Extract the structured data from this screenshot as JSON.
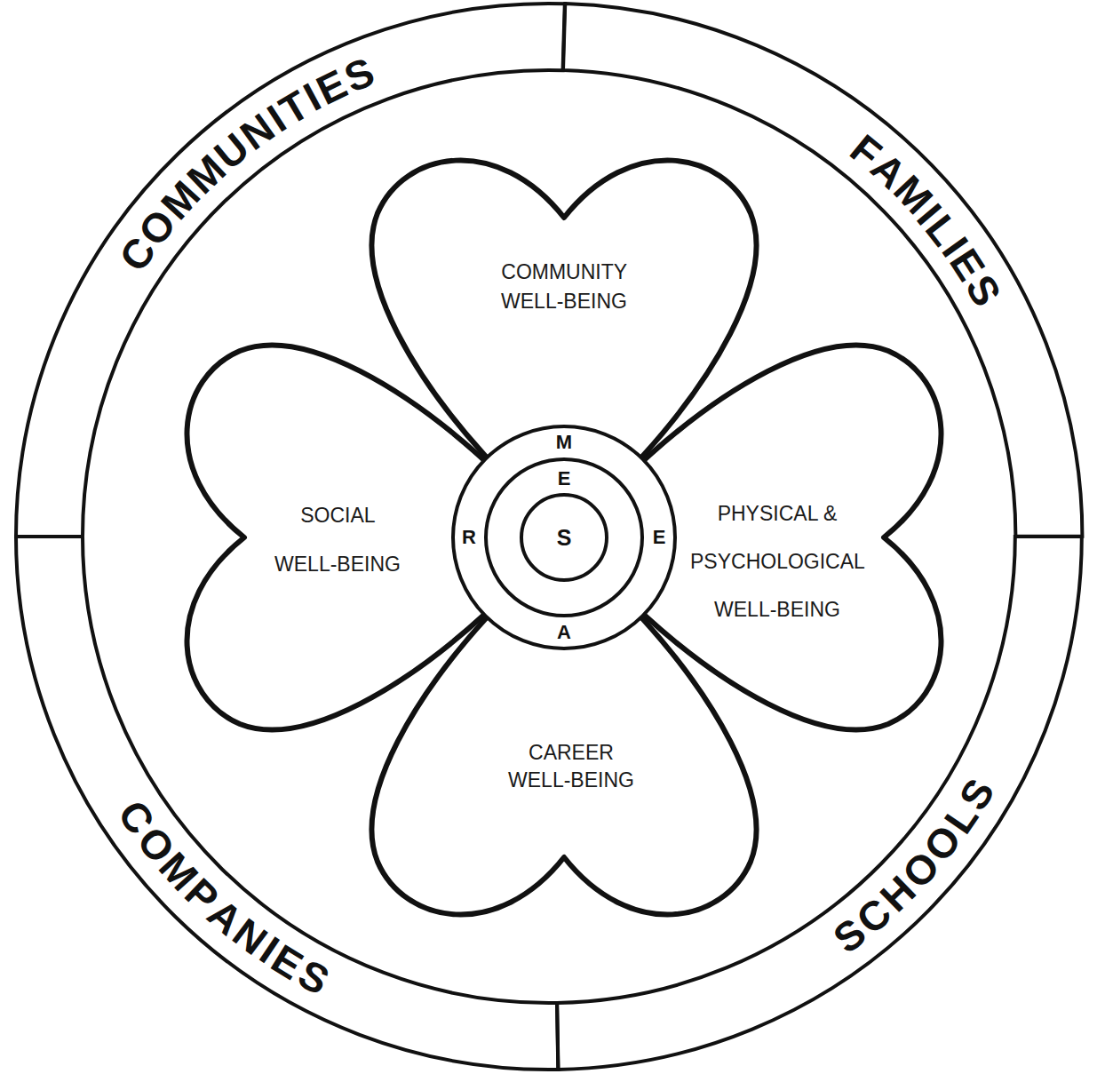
{
  "diagram": {
    "nodes": [
      {
        "text": [
          "COMMUNITIES"
        ]
      },
      {
        "text": [
          "FAMILIES"
        ]
      },
      {
        "text": [
          "COMPANIES"
        ]
      },
      {
        "text": [
          "SCHOOLS"
        ]
      },
      {
        "text": [
          "COMMUNITY WELL-BEING"
        ]
      },
      {
        "text": [
          "SOCIAL WELL-BEING"
        ]
      },
      {
        "text": [
          "PHYSICAL & PSYCHOLOGICAL WELL-BEING"
        ]
      },
      {
        "text": [
          "CAREER WELL-BEING"
        ]
      },
      {
        "text": [
          "M",
          "R",
          "E",
          "A"
        ]
      },
      {
        "text": [
          "E"
        ],
        "in": 8
      },
      {
        "text": [
          "S"
        ],
        "in": 9
      }
    ]
  }
}
